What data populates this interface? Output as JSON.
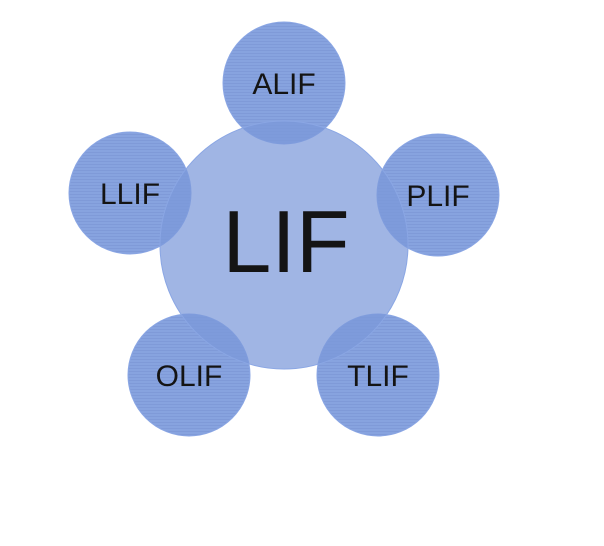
{
  "diagram": {
    "center": {
      "label": "LIF"
    },
    "satellites": [
      {
        "key": "alif",
        "label": "ALIF"
      },
      {
        "key": "llif",
        "label": "LLIF"
      },
      {
        "key": "plif",
        "label": "PLIF"
      },
      {
        "key": "olif",
        "label": "OLIF"
      },
      {
        "key": "tlif",
        "label": "TLIF"
      }
    ]
  },
  "colors": {
    "circle_fill": "#6e8fd6",
    "circle_stroke": "#8aa6e4",
    "text": "#141414",
    "background": "#ffffff"
  }
}
